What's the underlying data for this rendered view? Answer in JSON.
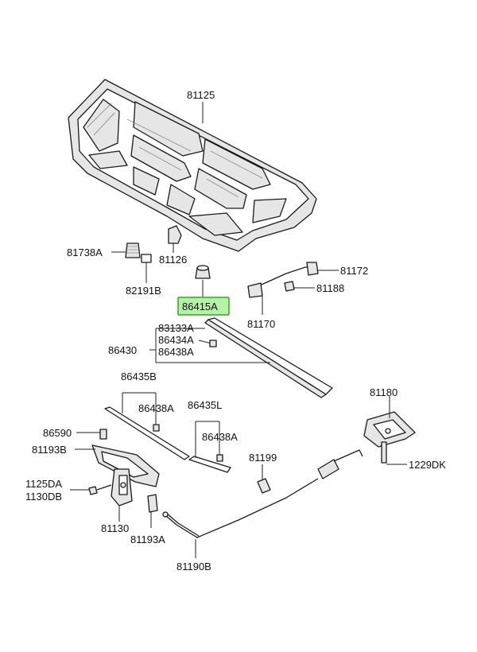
{
  "diagram": {
    "colors": {
      "highlight_fill": "#b7f0a8",
      "highlight_border": "#2eaa1e",
      "ink": "#1a1a1a"
    },
    "labels": {
      "p81125": "81125",
      "p81738A": "81738A",
      "p81126": "81126",
      "p82191B": "82191B",
      "p81172": "81172",
      "p81188": "81188",
      "p86415A": "86415A",
      "p81170": "81170",
      "p83133A": "83133A",
      "p86434A": "86434A",
      "p86430": "86430",
      "p86438A_1": "86438A",
      "p86435B": "86435B",
      "p86438A_2": "86438A",
      "p86435L": "86435L",
      "p86438A_3": "86438A",
      "p81180": "81180",
      "p86590": "86590",
      "p81193B": "81193B",
      "p81199": "81199",
      "p1229DK": "1229DK",
      "p1125DA": "1125DA",
      "p1130DB": "1130DB",
      "p81130": "81130",
      "p81193A": "81193A",
      "p81190B": "81190B"
    }
  }
}
